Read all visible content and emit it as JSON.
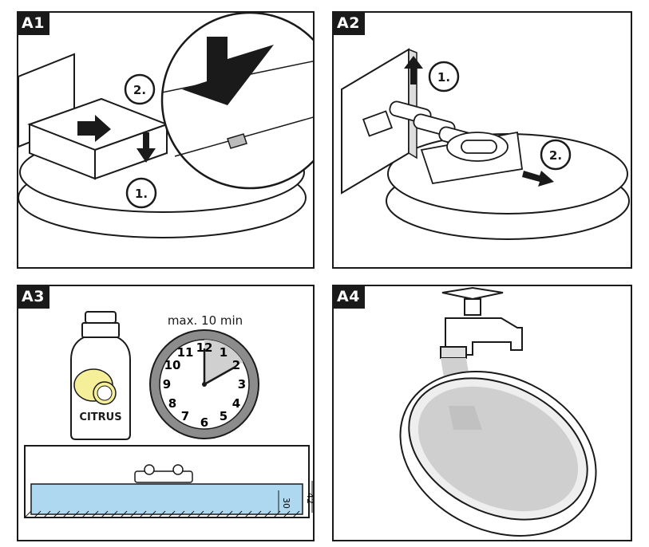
{
  "panels": [
    {
      "label": "A1",
      "steps": [
        "2.",
        "1."
      ]
    },
    {
      "label": "A2",
      "steps": [
        "1.",
        "2."
      ]
    },
    {
      "label": "A3",
      "caption": "max. 10 min",
      "bottle_label": "CITRUS",
      "clock_numbers": [
        "12",
        "1",
        "2",
        "3",
        "4",
        "5",
        "6",
        "7",
        "8",
        "9",
        "10",
        "11"
      ],
      "dims": [
        "30",
        "42"
      ]
    },
    {
      "label": "A4"
    }
  ],
  "colors": {
    "ink": "#1a1a1a",
    "water": "#aed8ef",
    "lemon": "#f6ef9a",
    "clock_ring": "#8c8c8c",
    "clock_face": "#d0d0d0"
  }
}
